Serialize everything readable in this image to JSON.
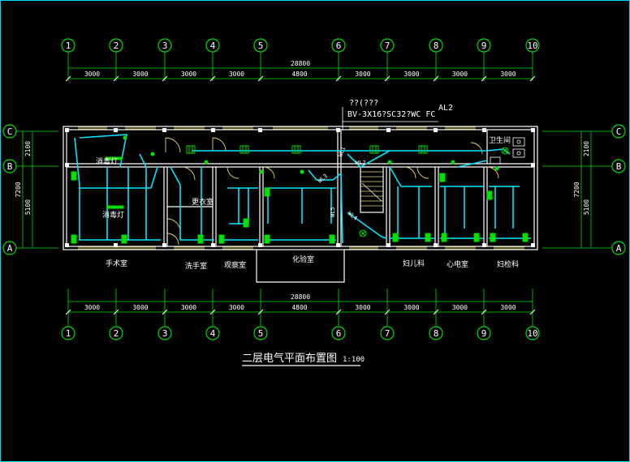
{
  "drawing": {
    "title": "二层电气平面布置图",
    "scale": "1:100",
    "axes_x": [
      "1",
      "2",
      "3",
      "4",
      "5",
      "6",
      "7",
      "8",
      "9",
      "10"
    ],
    "axes_y": [
      "C",
      "B",
      "A"
    ],
    "total_dim": "28800",
    "spans": [
      "3000",
      "3000",
      "3000",
      "3000",
      "4800",
      "3000",
      "3000",
      "3000",
      "3000"
    ],
    "side_dims": {
      "upper": "2100",
      "lower": "5100",
      "total": "7200"
    },
    "panel": {
      "name": "AL2",
      "line1": "??(???",
      "line2": "BV-3X16?SC32?WC  FC"
    },
    "circuits": [
      "WL1",
      "WL2",
      "WL3",
      "WL4",
      "WL5"
    ],
    "rooms": {
      "surgery": "手术室",
      "scrub": "洗手室",
      "observation": "观察室",
      "lab": "化验室",
      "gynecology": "妇儿科",
      "ecg": "心电室",
      "obstetrics": "妇检科",
      "changing": "更衣室",
      "toilet": "卫生间"
    },
    "labels": {
      "lamp1": "消毒灯",
      "lamp2": "消毒灯"
    }
  },
  "colors": {
    "axis": "#00e000",
    "wire": "#00e5ff",
    "wall": "#ffffff",
    "window": "#e8d870",
    "device": "#00e000"
  }
}
